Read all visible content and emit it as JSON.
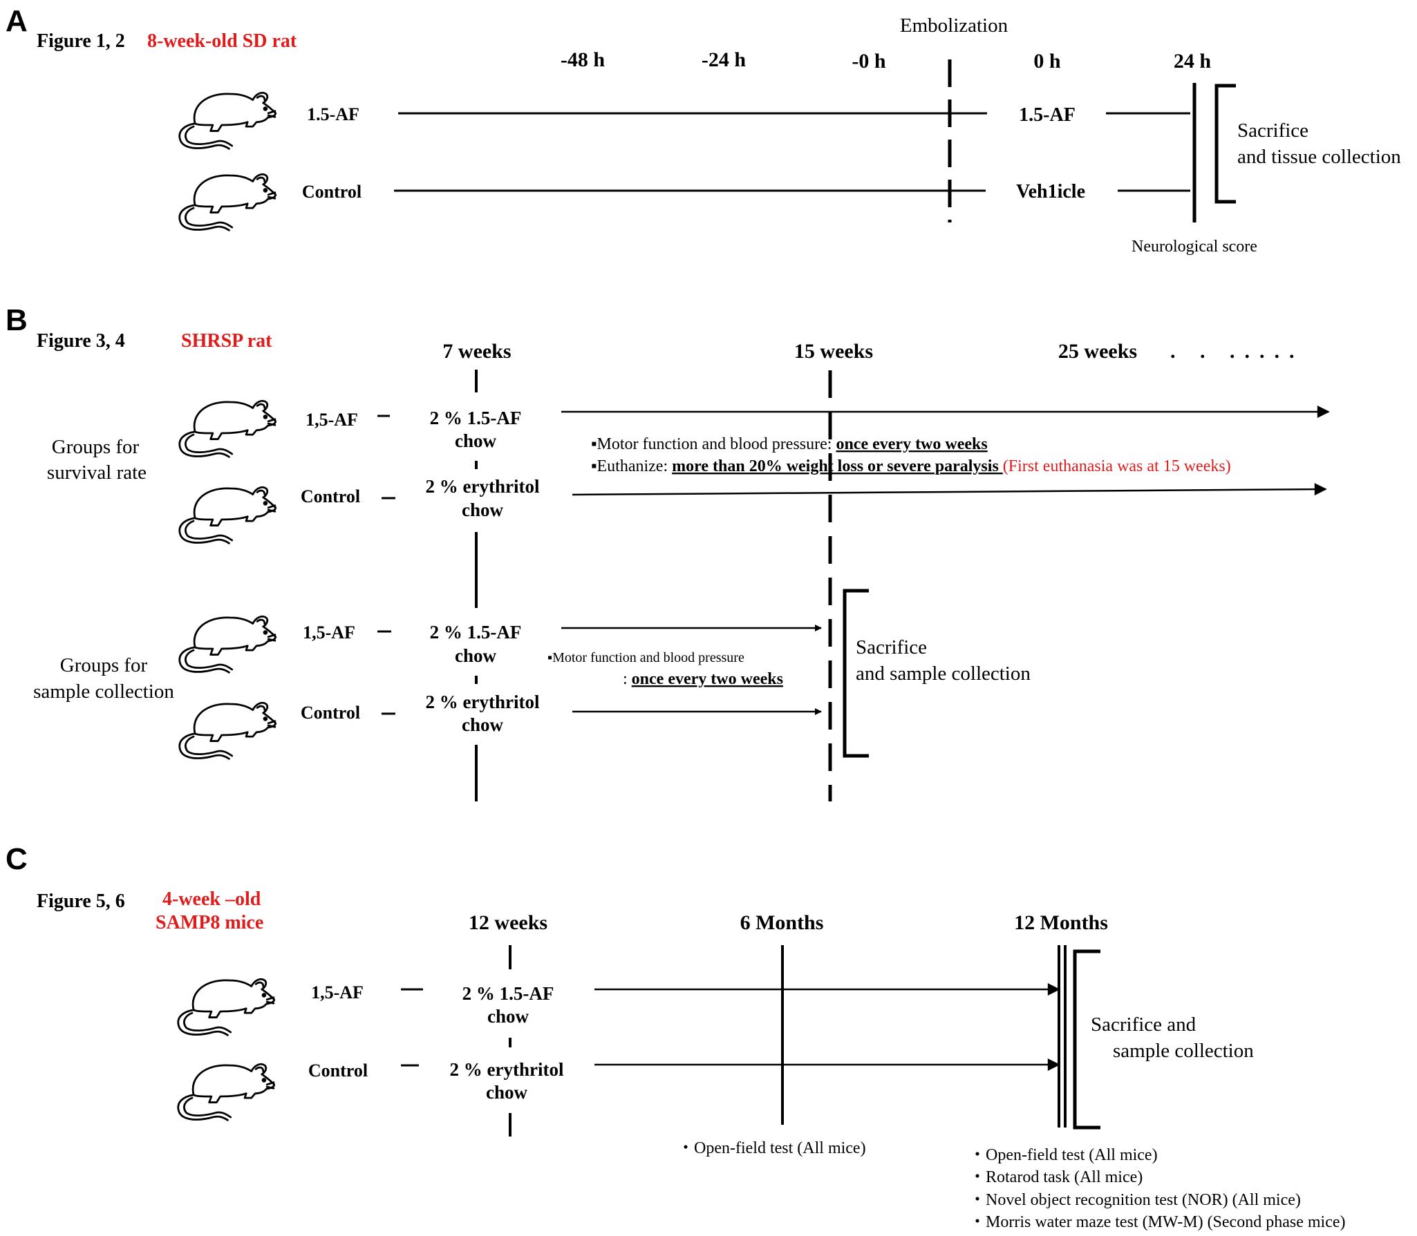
{
  "panel_a": {
    "letter": "A",
    "figure": "Figure 1, 2",
    "animal": "8-week-old SD rat",
    "event": "Embolization",
    "timepoints": [
      "-48 h",
      "-24 h",
      "-0 h",
      "0 h",
      "24 h"
    ],
    "groups": [
      "1.5-AF",
      "Control"
    ],
    "treatments": [
      "1.5-AF",
      "Veh1icle"
    ],
    "endpoint": [
      "Sacrifice",
      "and tissue collection"
    ],
    "score": "Neurological score"
  },
  "panel_b": {
    "letter": "B",
    "figure": "Figure 3, 4",
    "animal": "SHRSP rat",
    "timepoints": [
      "7 weeks",
      "15 weeks",
      "25 weeks"
    ],
    "ellipsis": ". . .....",
    "cohort_survival": [
      "Groups for",
      "survival rate"
    ],
    "cohort_sample": [
      "Groups for",
      "sample collection"
    ],
    "groups": [
      "1,5-AF",
      "Control"
    ],
    "chow_af": [
      "2 % 1.5-AF",
      "chow"
    ],
    "chow_ery": [
      "2 % erythritol",
      "chow"
    ],
    "survival_note1_prefix": "▪Motor function and blood pressure: ",
    "survival_note1_emph": "once every two weeks",
    "survival_note2_prefix": "▪Euthanize: ",
    "survival_note2_emph": "more than 20% weight loss or severe paralysis ",
    "survival_note2_red": "(First euthanasia was at 15 weeks)",
    "sample_note1": "▪Motor function and blood pressure",
    "sample_note2_prefix": ": ",
    "sample_note2_emph": "once every two weeks",
    "endpoint": [
      "Sacrifice",
      "and sample collection"
    ]
  },
  "panel_c": {
    "letter": "C",
    "figure": "Figure 5, 6",
    "animal": [
      "4-week –old",
      "SAMP8 mice"
    ],
    "timepoints": [
      "12 weeks",
      "6 Months",
      "12 Months"
    ],
    "groups": [
      "1,5-AF",
      "Control"
    ],
    "chow_af": [
      "2 % 1.5-AF",
      "chow"
    ],
    "chow_ery": [
      "2 % erythritol",
      "chow"
    ],
    "endpoint": [
      "Sacrifice and",
      "sample collection"
    ],
    "tests_6m": [
      "・Open-field test (All mice)"
    ],
    "tests_12m": [
      "・Open-field test (All mice)",
      "・Rotarod task (All mice)",
      "・Novel object recognition test (NOR) (All mice)",
      "・Morris water maze test (MW-M) (Second phase mice)"
    ]
  },
  "colors": {
    "accent": "#e01b1b",
    "ink": "#000000"
  },
  "icons": [
    "rat-icon"
  ]
}
